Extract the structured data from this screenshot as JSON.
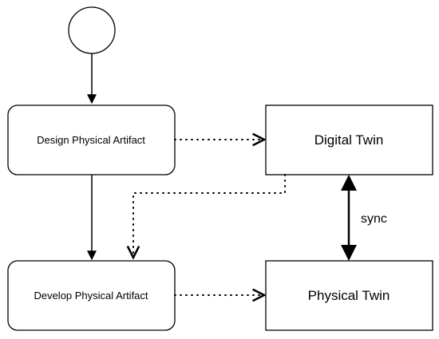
{
  "nodes": {
    "design": "Design Physical Artifact",
    "develop": "Develop Physical Artifact",
    "digital_twin": "Digital Twin",
    "physical_twin": "Physical Twin"
  },
  "edges": {
    "sync_label": "sync"
  }
}
